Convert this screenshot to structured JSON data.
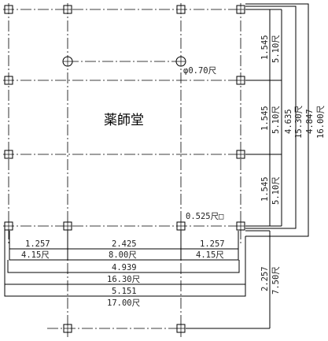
{
  "building_name": "薬師堂",
  "labels": {
    "post_diameter": "φ0.70尺",
    "column_size": "0.525尺□"
  },
  "dims_bottom": {
    "left_m": "1.257",
    "left_shaku": "4.15尺",
    "mid_m": "2.425",
    "mid_shaku": "8.00尺",
    "right_m": "1.257",
    "right_shaku": "4.15尺",
    "total_m": "4.939",
    "total_shaku": "16.30尺",
    "overall_m": "5.151",
    "overall_shaku": "17.00尺"
  },
  "dims_right": {
    "bay1_m": "1.545",
    "bay1_shaku": "5.10尺",
    "bay2_m": "1.545",
    "bay2_shaku": "5.10尺",
    "bay3_m": "1.545",
    "bay3_shaku": "5.10尺",
    "total_m": "4.635",
    "total_shaku": "15.30尺",
    "overall_m": "4.847",
    "overall_shaku": "16.00尺",
    "porch_m": "2.257",
    "porch_shaku": "7.50尺"
  }
}
